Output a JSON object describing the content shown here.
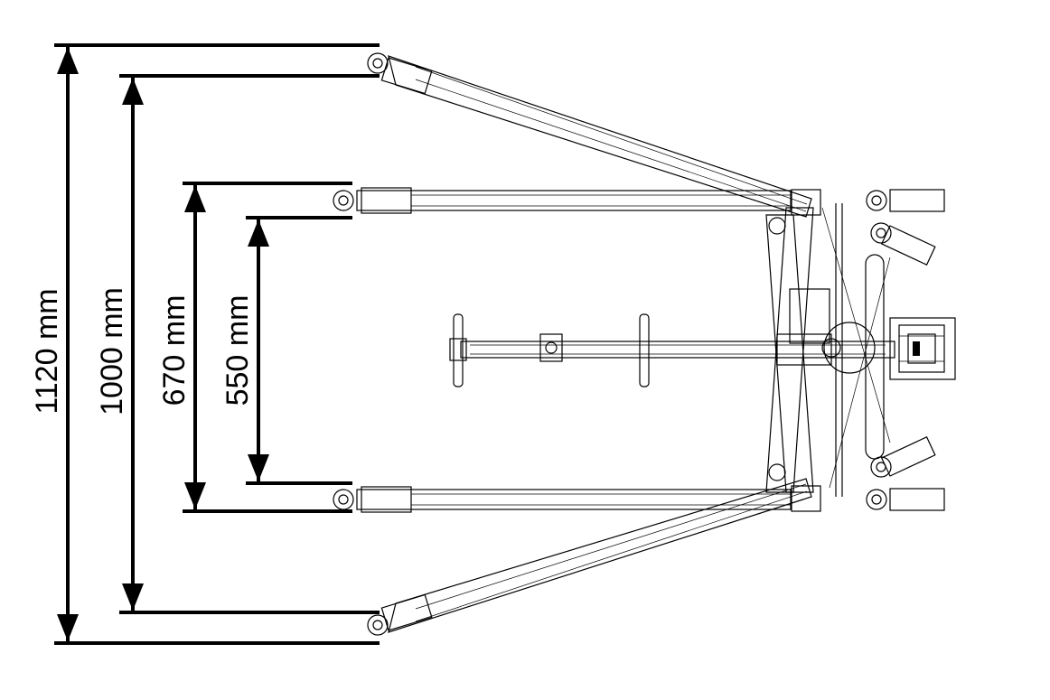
{
  "diagram": {
    "dimensions": [
      {
        "label": "1120 mm"
      },
      {
        "label": "1000 mm"
      },
      {
        "label": "670 mm"
      },
      {
        "label": "550 mm"
      }
    ]
  },
  "colors": {
    "line": "#000000",
    "background": "#ffffff"
  }
}
